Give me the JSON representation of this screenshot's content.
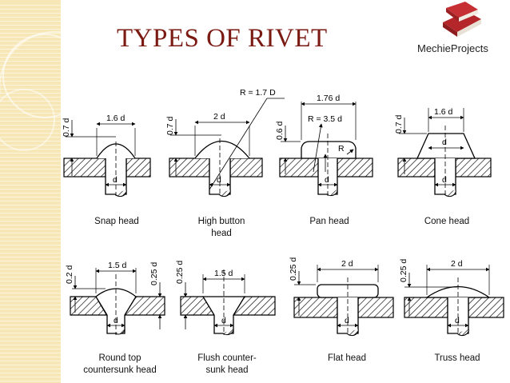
{
  "title": "TYPES OF RIVET",
  "brand": {
    "name": "MechieProjects",
    "logo_icon": "books-icon"
  },
  "theme": {
    "title_color": "#7a1a12",
    "strip_color": "#f7e7b6",
    "logo_red": "#b5262a"
  },
  "rivets": [
    {
      "caption": [
        "Snap head"
      ],
      "dims": [
        "0.7 d",
        "1.6 d",
        "d"
      ]
    },
    {
      "caption": [
        "High button",
        "head"
      ],
      "dims": [
        "0.7 d",
        "2 d",
        "R = 1.7 D",
        "d"
      ]
    },
    {
      "caption": [
        "Pan head"
      ],
      "dims": [
        "0.6 d",
        "1.76 d",
        "R = 3.5 d",
        "R",
        "d"
      ]
    },
    {
      "caption": [
        "Cone head"
      ],
      "dims": [
        "0.7 d",
        "1.6 d",
        "d",
        "d"
      ]
    },
    {
      "caption": [
        "Round top",
        "countersunk head"
      ],
      "dims": [
        "0.2 d",
        "1.5 d",
        "0.25 d",
        "d"
      ]
    },
    {
      "caption": [
        "Flush counter-",
        "sunk head"
      ],
      "dims": [
        "0.25 d",
        "1.5 d",
        "d"
      ]
    },
    {
      "caption": [
        "Flat head"
      ],
      "dims": [
        "0.25 d",
        "2 d",
        "d"
      ]
    },
    {
      "caption": [
        "Truss head"
      ],
      "dims": [
        "0.25 d",
        "2 d",
        "d"
      ]
    }
  ]
}
